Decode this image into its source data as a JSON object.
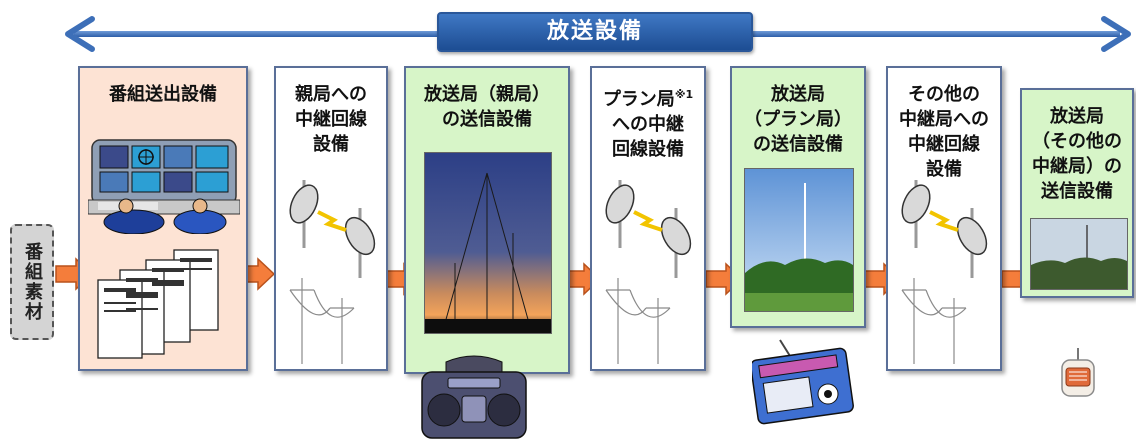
{
  "header": {
    "label": "放送設備"
  },
  "source": {
    "label": "番組素材"
  },
  "stages": [
    {
      "title": "番組送出設備"
    },
    {
      "title": "親局への\n中継回線\n設備"
    },
    {
      "title": "放送局（親局）\nの送信設備"
    },
    {
      "title": "プラン局",
      "sup": "※1",
      "title2": "への中継\n回線設備"
    },
    {
      "title": "放送局\n（プラン局）\nの送信設備"
    },
    {
      "title": "その他の\n中継局への\n中継回線\n設備"
    },
    {
      "title": "放送局\n（その他の\n中継局）の\n送信設備"
    }
  ]
}
